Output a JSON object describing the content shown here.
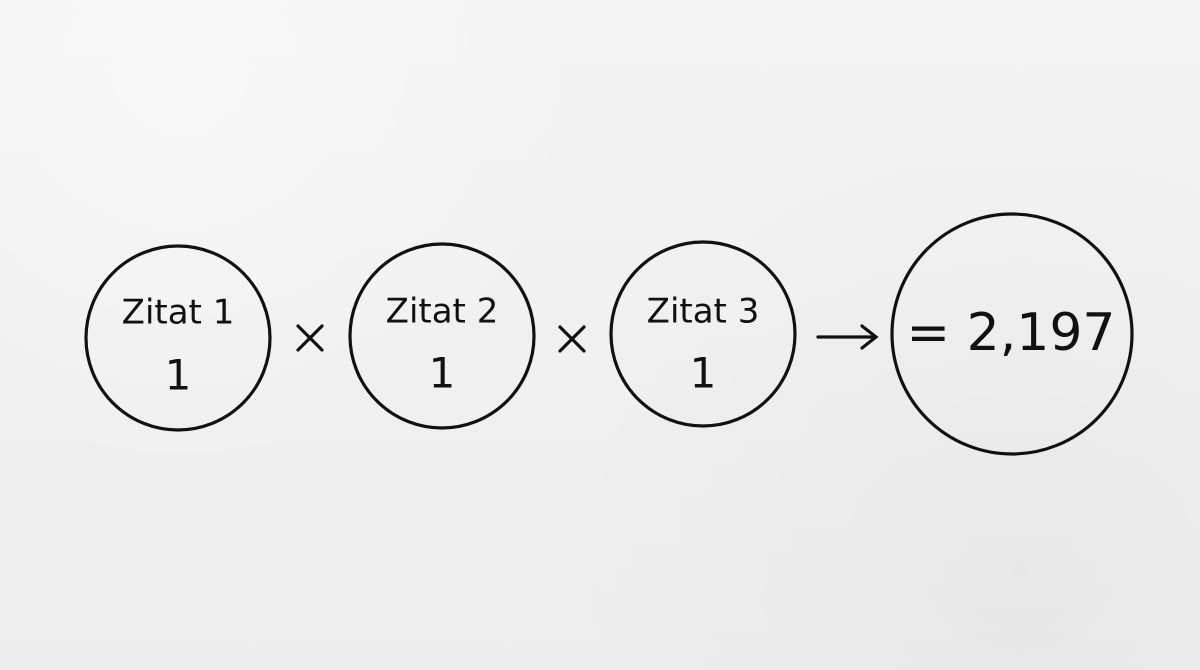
{
  "nodes": [
    {
      "label": "Zitat 1",
      "value": "1"
    },
    {
      "label": "Zitat 2",
      "value": "1"
    },
    {
      "label": "Zitat 3",
      "value": "1"
    }
  ],
  "operators": [
    "×",
    "×"
  ],
  "arrow": "→",
  "result": "= 2,197"
}
